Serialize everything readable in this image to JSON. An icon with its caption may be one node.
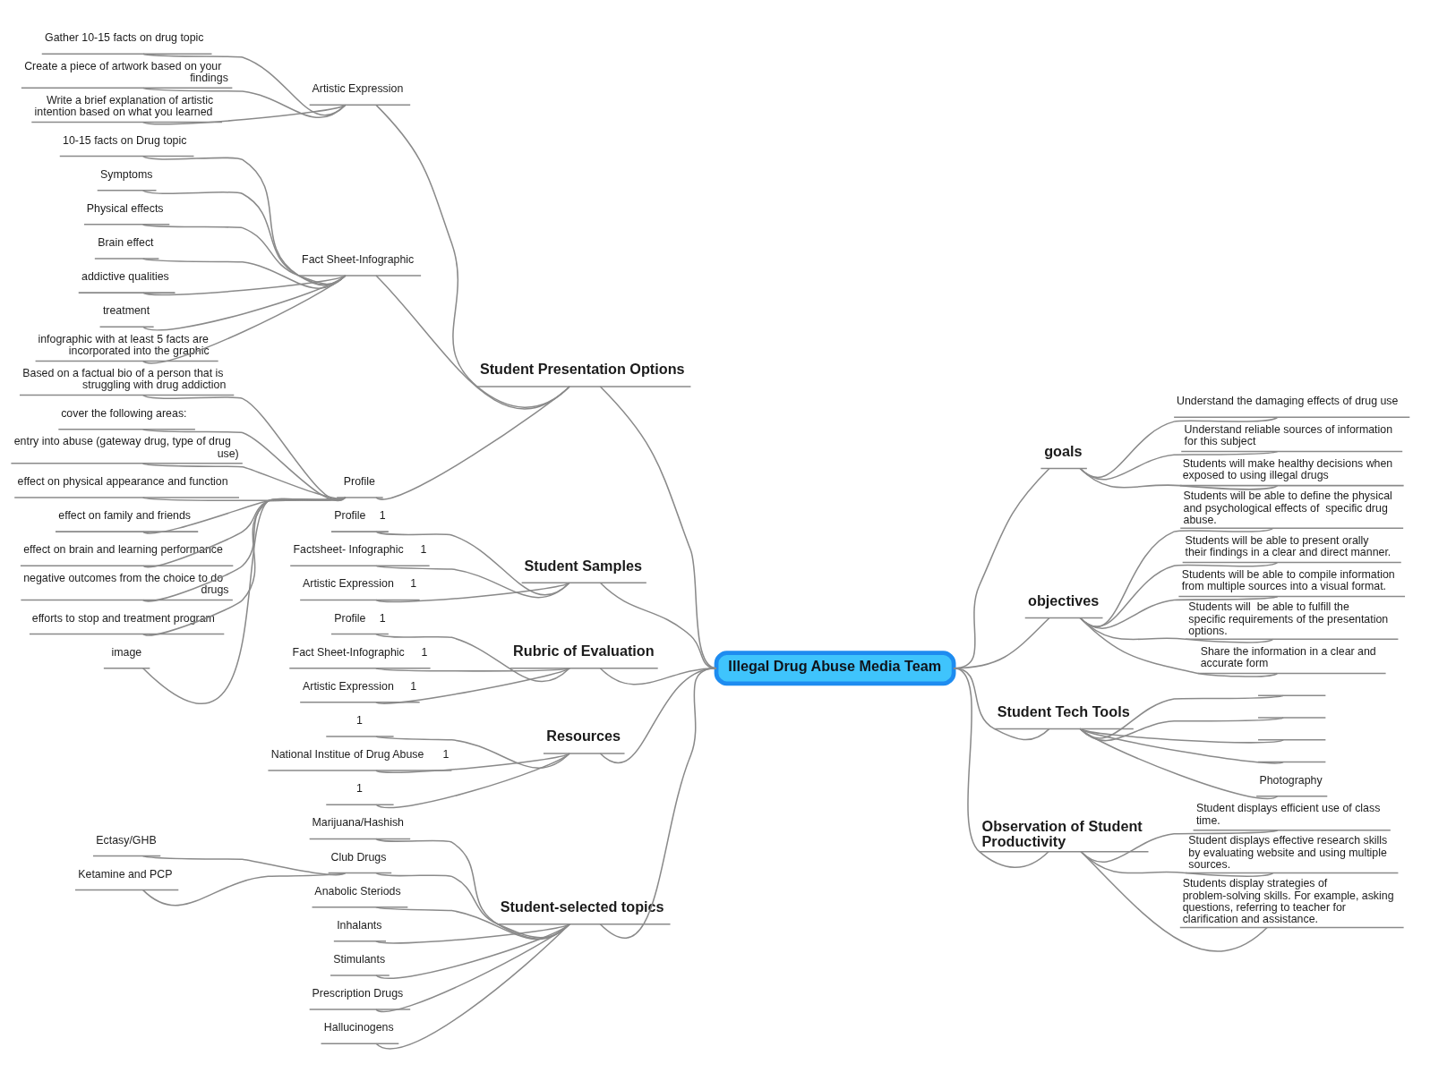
{
  "diagram": {
    "nodes": [
      {
        "text": [
          "Illegal Drug Abuse Media Team"
        ]
      },
      {
        "text": [
          "goals"
        ]
      },
      {
        "text": [
          "Understand the damaging effects of drug use"
        ]
      },
      {
        "text": [
          "Understand reliable sources of information for this subject"
        ]
      },
      {
        "text": [
          "Students will make healthy decisions when exposed to using illegal drugs"
        ]
      },
      {
        "text": [
          "objectives"
        ]
      },
      {
        "text": [
          "Students will be able to define the physical and psychological effects of  specific drug abuse."
        ]
      },
      {
        "text": [
          "Students will be able to present orally their findings in a clear and direct manner."
        ]
      },
      {
        "text": [
          "Students will be able to compile information from multiple sources into a visual format."
        ]
      },
      {
        "text": [
          "Students will  be able to fulfill the specific requirements of the presentation options."
        ]
      },
      {
        "text": [
          "Share the information in a clear and accurate form"
        ]
      },
      {
        "text": [
          "Student Tech Tools"
        ]
      },
      {
        "text": [],
        "shape": "line"
      },
      {
        "text": [],
        "shape": "line"
      },
      {
        "text": [],
        "shape": "line"
      },
      {
        "text": [],
        "shape": "line"
      },
      {
        "text": [
          "Photography"
        ]
      },
      {
        "text": [
          "Observation of Student Productivity"
        ]
      },
      {
        "text": [
          "Student displays efficient use of class time."
        ]
      },
      {
        "text": [
          "Student displays effective research skills by evaluating website and using multiple sources."
        ]
      },
      {
        "text": [
          "Students display strategies of problem-solving skills. For example, asking questions, referring to teacher for clarification and assistance."
        ]
      },
      {
        "text": [
          "Student Presentation Options"
        ]
      },
      {
        "text": [
          "Artistic Expression"
        ]
      },
      {
        "text": [
          "Gather 10-15 facts on drug topic"
        ]
      },
      {
        "text": [
          "Create a piece of artwork based on your findings"
        ]
      },
      {
        "text": [
          "Write a brief explanation of artistic intention based on what you learned"
        ]
      },
      {
        "text": [
          "Fact Sheet-Infographic"
        ]
      },
      {
        "text": [
          "10-15 facts on Drug topic"
        ]
      },
      {
        "text": [
          "Symptoms"
        ]
      },
      {
        "text": [
          "Physical effects"
        ]
      },
      {
        "text": [
          "Brain effect"
        ]
      },
      {
        "text": [
          "addictive qualities"
        ]
      },
      {
        "text": [
          "treatment"
        ]
      },
      {
        "text": [
          "infographic with at least 5 facts are incorporated into the graphic"
        ]
      },
      {
        "text": [
          "Profile"
        ]
      },
      {
        "text": [
          "Based on a factual bio of a person that is struggling with drug addiction"
        ]
      },
      {
        "text": [
          "cover the following areas:"
        ]
      },
      {
        "text": [
          "entry into abuse (gateway drug, type of drug use)"
        ]
      },
      {
        "text": [
          "effect on physical appearance and function"
        ]
      },
      {
        "text": [
          "effect on family and friends"
        ]
      },
      {
        "text": [
          "effect on brain and learning performance"
        ]
      },
      {
        "text": [
          "negative outcomes from the choice to do drugs"
        ]
      },
      {
        "text": [
          "efforts to stop and treatment program"
        ]
      },
      {
        "text": [
          "image"
        ]
      },
      {
        "text": [
          "Student Samples"
        ]
      },
      {
        "text": [
          "Profile",
          "1"
        ]
      },
      {
        "text": [
          "Factsheet- Infographic",
          "1"
        ]
      },
      {
        "text": [
          "Artistic Expression",
          "1"
        ]
      },
      {
        "text": [
          "Rubric of Evaluation"
        ]
      },
      {
        "text": [
          "Profile",
          "1"
        ]
      },
      {
        "text": [
          "Fact Sheet-Infographic",
          "1"
        ]
      },
      {
        "text": [
          "Artistic Expression",
          "1"
        ]
      },
      {
        "text": [
          "Resources"
        ]
      },
      {
        "text": [
          "1"
        ]
      },
      {
        "text": [
          "National Institue of Drug Abuse",
          "1"
        ]
      },
      {
        "text": [
          "1"
        ]
      },
      {
        "text": [
          "Student-selected topics"
        ]
      },
      {
        "text": [
          "Marijuana/Hashish"
        ]
      },
      {
        "text": [
          "Club Drugs"
        ]
      },
      {
        "text": [
          "Ectasy/GHB"
        ]
      },
      {
        "text": [
          "Ketamine and PCP"
        ]
      },
      {
        "text": [
          "Anabolic Steriods"
        ]
      },
      {
        "text": [
          "Inhalants"
        ]
      },
      {
        "text": [
          "Stimulants"
        ]
      },
      {
        "text": [
          "Prescription Drugs"
        ]
      },
      {
        "text": [
          "Hallucinogens"
        ]
      }
    ],
    "edges": [
      {
        "from": 0,
        "to": 1,
        "arrow": "none"
      },
      {
        "from": 1,
        "to": 2,
        "arrow": "none"
      },
      {
        "from": 1,
        "to": 3,
        "arrow": "none"
      },
      {
        "from": 1,
        "to": 4,
        "arrow": "none"
      },
      {
        "from": 0,
        "to": 5,
        "arrow": "none"
      },
      {
        "from": 5,
        "to": 6,
        "arrow": "none"
      },
      {
        "from": 5,
        "to": 7,
        "arrow": "none"
      },
      {
        "from": 5,
        "to": 8,
        "arrow": "none"
      },
      {
        "from": 5,
        "to": 9,
        "arrow": "none"
      },
      {
        "from": 5,
        "to": 10,
        "arrow": "none"
      },
      {
        "from": 0,
        "to": 11,
        "arrow": "none"
      },
      {
        "from": 11,
        "to": 12,
        "arrow": "none"
      },
      {
        "from": 11,
        "to": 13,
        "arrow": "none"
      },
      {
        "from": 11,
        "to": 14,
        "arrow": "none"
      },
      {
        "from": 11,
        "to": 15,
        "arrow": "none"
      },
      {
        "from": 11,
        "to": 16,
        "arrow": "none"
      },
      {
        "from": 0,
        "to": 17,
        "arrow": "none"
      },
      {
        "from": 17,
        "to": 18,
        "arrow": "none"
      },
      {
        "from": 17,
        "to": 19,
        "arrow": "none"
      },
      {
        "from": 17,
        "to": 20,
        "arrow": "none"
      },
      {
        "from": 21,
        "to": 0,
        "arrow": "none"
      },
      {
        "from": 22,
        "to": 21,
        "arrow": "none"
      },
      {
        "from": 23,
        "to": 22,
        "arrow": "none"
      },
      {
        "from": 24,
        "to": 22,
        "arrow": "none"
      },
      {
        "from": 25,
        "to": 22,
        "arrow": "none"
      },
      {
        "from": 26,
        "to": 21,
        "arrow": "none"
      },
      {
        "from": 27,
        "to": 26,
        "arrow": "none"
      },
      {
        "from": 28,
        "to": 26,
        "arrow": "none"
      },
      {
        "from": 29,
        "to": 26,
        "arrow": "none"
      },
      {
        "from": 30,
        "to": 26,
        "arrow": "none"
      },
      {
        "from": 31,
        "to": 26,
        "arrow": "none"
      },
      {
        "from": 32,
        "to": 26,
        "arrow": "none"
      },
      {
        "from": 33,
        "to": 26,
        "arrow": "none"
      },
      {
        "from": 34,
        "to": 21,
        "arrow": "none"
      },
      {
        "from": 35,
        "to": 34,
        "arrow": "none"
      },
      {
        "from": 36,
        "to": 34,
        "arrow": "none"
      },
      {
        "from": 37,
        "to": 34,
        "arrow": "none"
      },
      {
        "from": 38,
        "to": 34,
        "arrow": "none"
      },
      {
        "from": 39,
        "to": 34,
        "arrow": "none"
      },
      {
        "from": 40,
        "to": 34,
        "arrow": "none"
      },
      {
        "from": 41,
        "to": 34,
        "arrow": "none"
      },
      {
        "from": 42,
        "to": 34,
        "arrow": "none"
      },
      {
        "from": 43,
        "to": 34,
        "arrow": "none"
      },
      {
        "from": 44,
        "to": 0,
        "arrow": "none"
      },
      {
        "from": 45,
        "to": 44,
        "arrow": "none"
      },
      {
        "from": 46,
        "to": 44,
        "arrow": "none"
      },
      {
        "from": 47,
        "to": 44,
        "arrow": "none"
      },
      {
        "from": 48,
        "to": 0,
        "arrow": "none"
      },
      {
        "from": 49,
        "to": 48,
        "arrow": "none"
      },
      {
        "from": 50,
        "to": 48,
        "arrow": "none"
      },
      {
        "from": 51,
        "to": 48,
        "arrow": "none"
      },
      {
        "from": 52,
        "to": 0,
        "arrow": "none"
      },
      {
        "from": 53,
        "to": 52,
        "arrow": "none"
      },
      {
        "from": 54,
        "to": 52,
        "arrow": "none"
      },
      {
        "from": 55,
        "to": 52,
        "arrow": "none"
      },
      {
        "from": 56,
        "to": 0,
        "arrow": "none"
      },
      {
        "from": 57,
        "to": 56,
        "arrow": "none"
      },
      {
        "from": 58,
        "to": 56,
        "arrow": "none"
      },
      {
        "from": 59,
        "to": 58,
        "arrow": "none"
      },
      {
        "from": 60,
        "to": 58,
        "arrow": "none"
      },
      {
        "from": 61,
        "to": 56,
        "arrow": "none"
      },
      {
        "from": 62,
        "to": 56,
        "arrow": "none"
      },
      {
        "from": 63,
        "to": 56,
        "arrow": "none"
      },
      {
        "from": 64,
        "to": 56,
        "arrow": "none"
      },
      {
        "from": 65,
        "to": 56,
        "arrow": "none"
      }
    ]
  }
}
